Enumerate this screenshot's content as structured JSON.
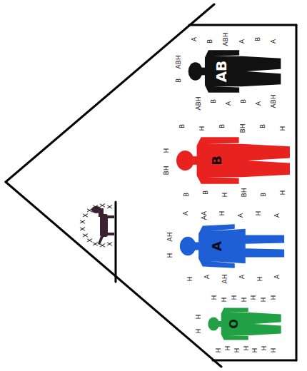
{
  "diagram": {
    "nodes": [
      {
        "text": [
          "AB"
        ]
      },
      {
        "text": [
          "B"
        ]
      },
      {
        "text": [
          "A"
        ]
      },
      {
        "text": [
          "O"
        ]
      }
    ],
    "labels": [
      "ABH",
      "B",
      "A",
      "B",
      "ABH",
      "A",
      "B",
      "A",
      "ABH",
      "B",
      "A",
      "B",
      "A",
      "ABH",
      "H",
      "BH",
      "B",
      "H",
      "B",
      "BH",
      "B",
      "H",
      "B",
      "B",
      "H",
      "BH",
      "B",
      "H",
      "AH",
      "H",
      "A",
      "AA",
      "H",
      "A",
      "H",
      "A",
      "H",
      "A",
      "AH",
      "A",
      "H",
      "A",
      "H",
      "H",
      "H",
      "H",
      "H",
      "H",
      "H",
      "H",
      "H",
      "H",
      "H",
      "H",
      "H",
      "H",
      "H",
      "H",
      "X",
      "X",
      "X",
      "X",
      "X",
      "X",
      "X",
      "X",
      "X",
      "X",
      "X",
      "X"
    ]
  }
}
